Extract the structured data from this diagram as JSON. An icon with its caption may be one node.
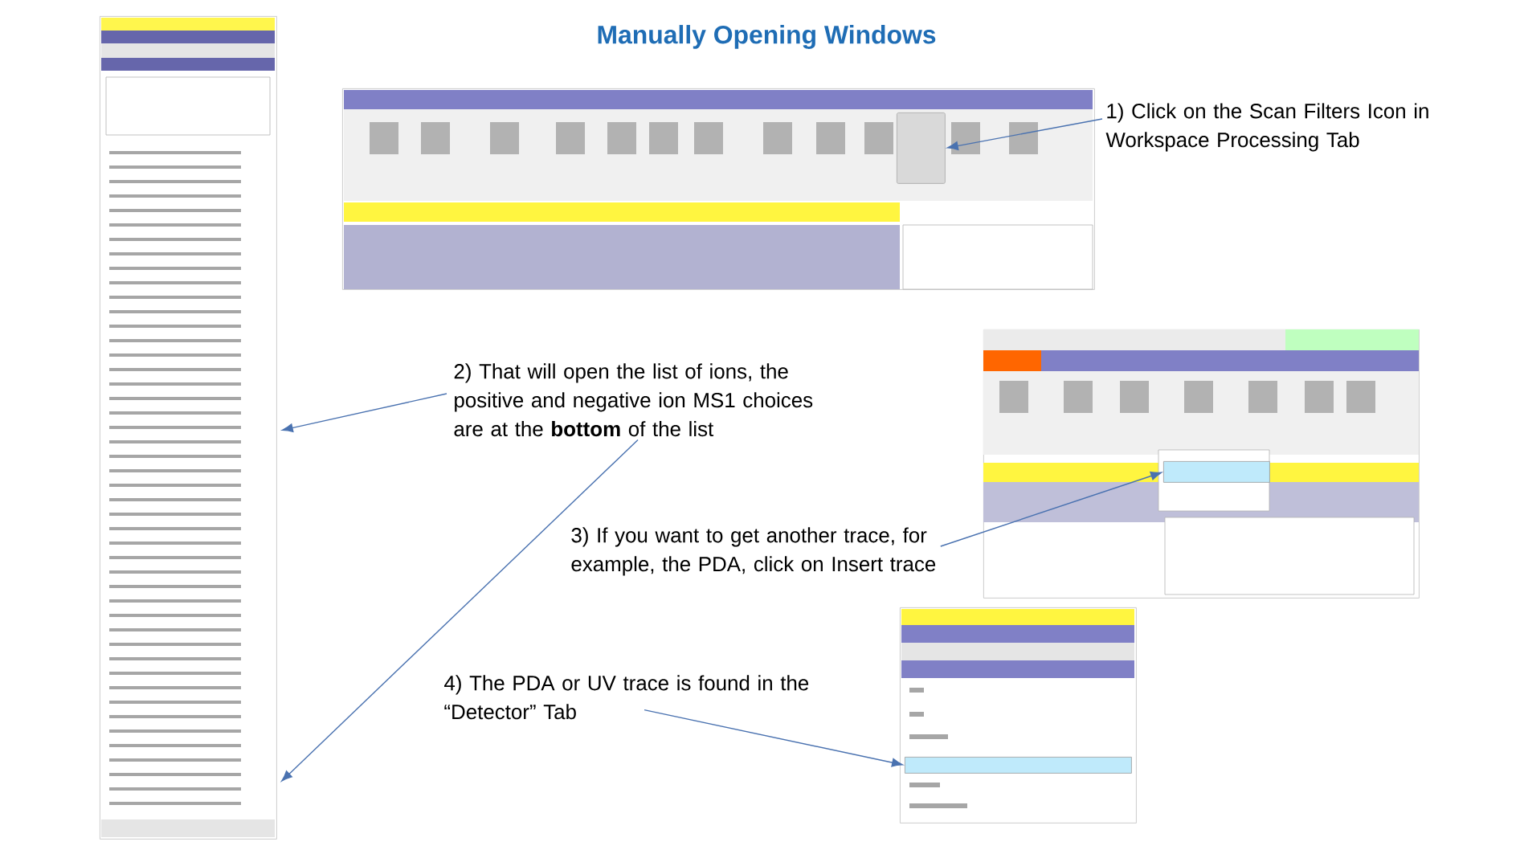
{
  "diagram": {
    "title": "Manually Opening Windows",
    "nodes": [
      {
        "text": [
          "1)  Click on the Scan Filters Icon in Workspace Processing Tab"
        ]
      },
      {
        "text": [
          "2)  That will open the list of ions, the positive and negative ion MS1 choices are at the **bottom** of the list"
        ]
      },
      {
        "text": [
          "3)  If you want to get another trace, for example, the PDA, click on Insert trace"
        ]
      },
      {
        "text": [
          "4)  The PDA or UV trace is found in the “Detector” Tab"
        ]
      },
      {
        "text": [],
        "shape": "picture"
      },
      {
        "text": [],
        "shape": "picture"
      },
      {
        "text": [],
        "shape": "box",
        "in": 5
      },
      {
        "text": [],
        "shape": "picture"
      },
      {
        "text": [],
        "shape": "box",
        "in": 7
      },
      {
        "text": [],
        "shape": "picture"
      },
      {
        "text": [],
        "shape": "box",
        "in": 9
      }
    ],
    "edges": [
      {
        "from": 0,
        "to": 6,
        "arrow": "to"
      },
      {
        "from": 1,
        "to": 4,
        "arrow": "to"
      },
      {
        "from": 1,
        "to": 4,
        "arrow": "to"
      },
      {
        "from": 2,
        "to": 8,
        "arrow": "to"
      },
      {
        "from": 3,
        "to": 10,
        "arrow": "to"
      }
    ]
  }
}
